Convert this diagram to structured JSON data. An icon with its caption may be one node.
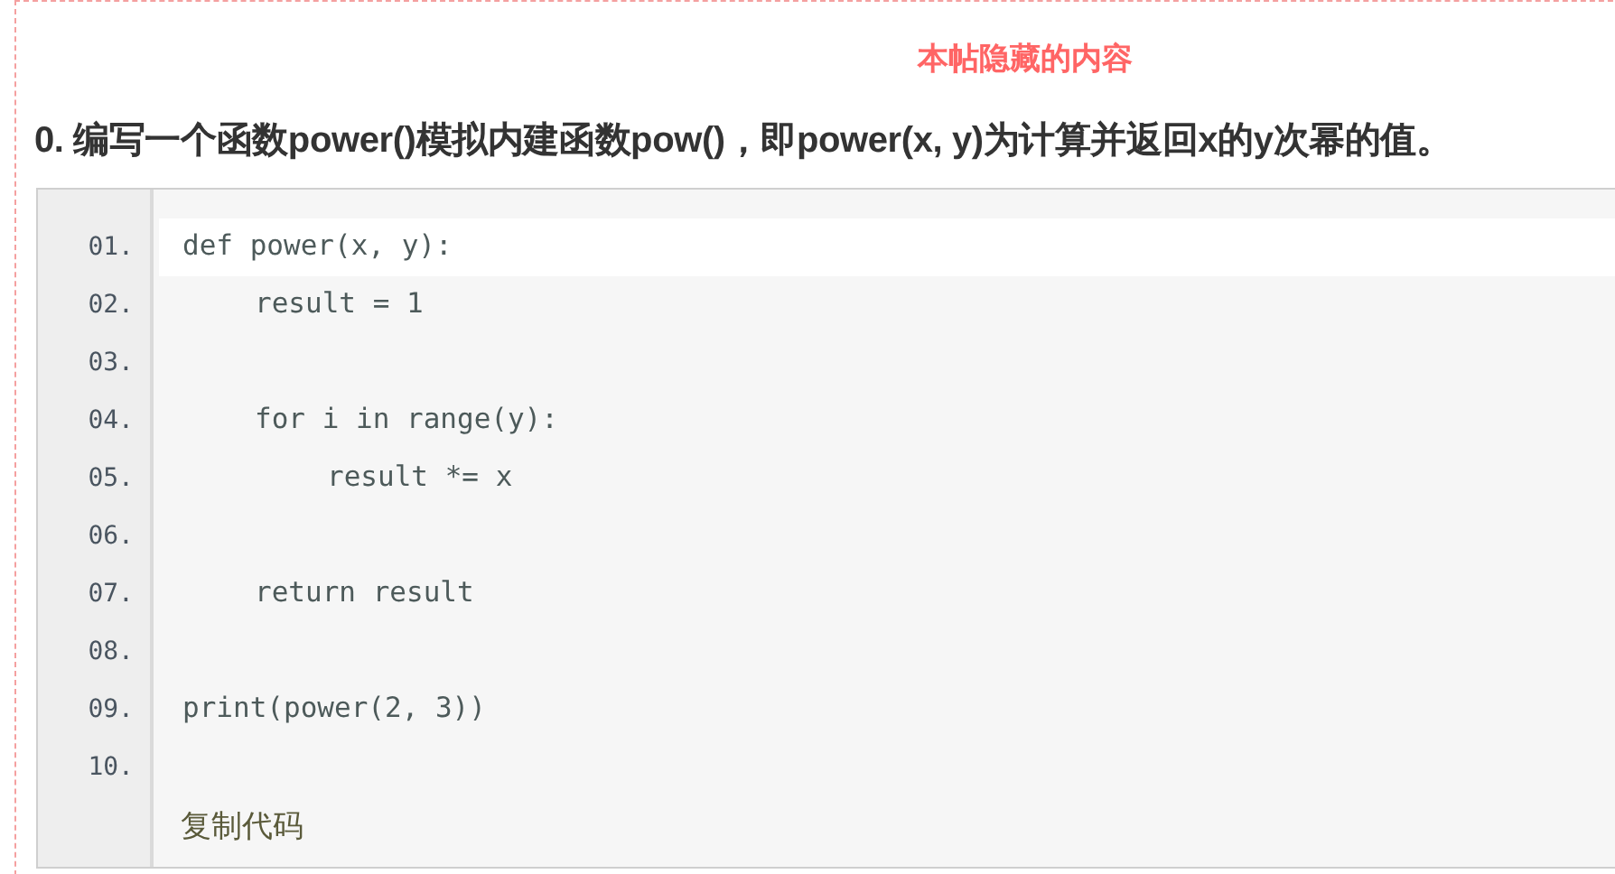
{
  "diagram": {
    "title": "0. 编写一个函数power()模拟内建函数pow()，即power(x, y)为计算并返回x的y次幂的值。",
    "labels": [
      "本帖隐藏的内容",
      "01.",
      "def power(x, y):",
      "02.",
      "result = 1",
      "03.",
      "04.",
      "for i in range(y):",
      "05.",
      "result *= x",
      "06.",
      "07.",
      "return result",
      "08.",
      "09.",
      "print(power(2, 3))",
      "10.",
      "复制代码"
    ]
  }
}
